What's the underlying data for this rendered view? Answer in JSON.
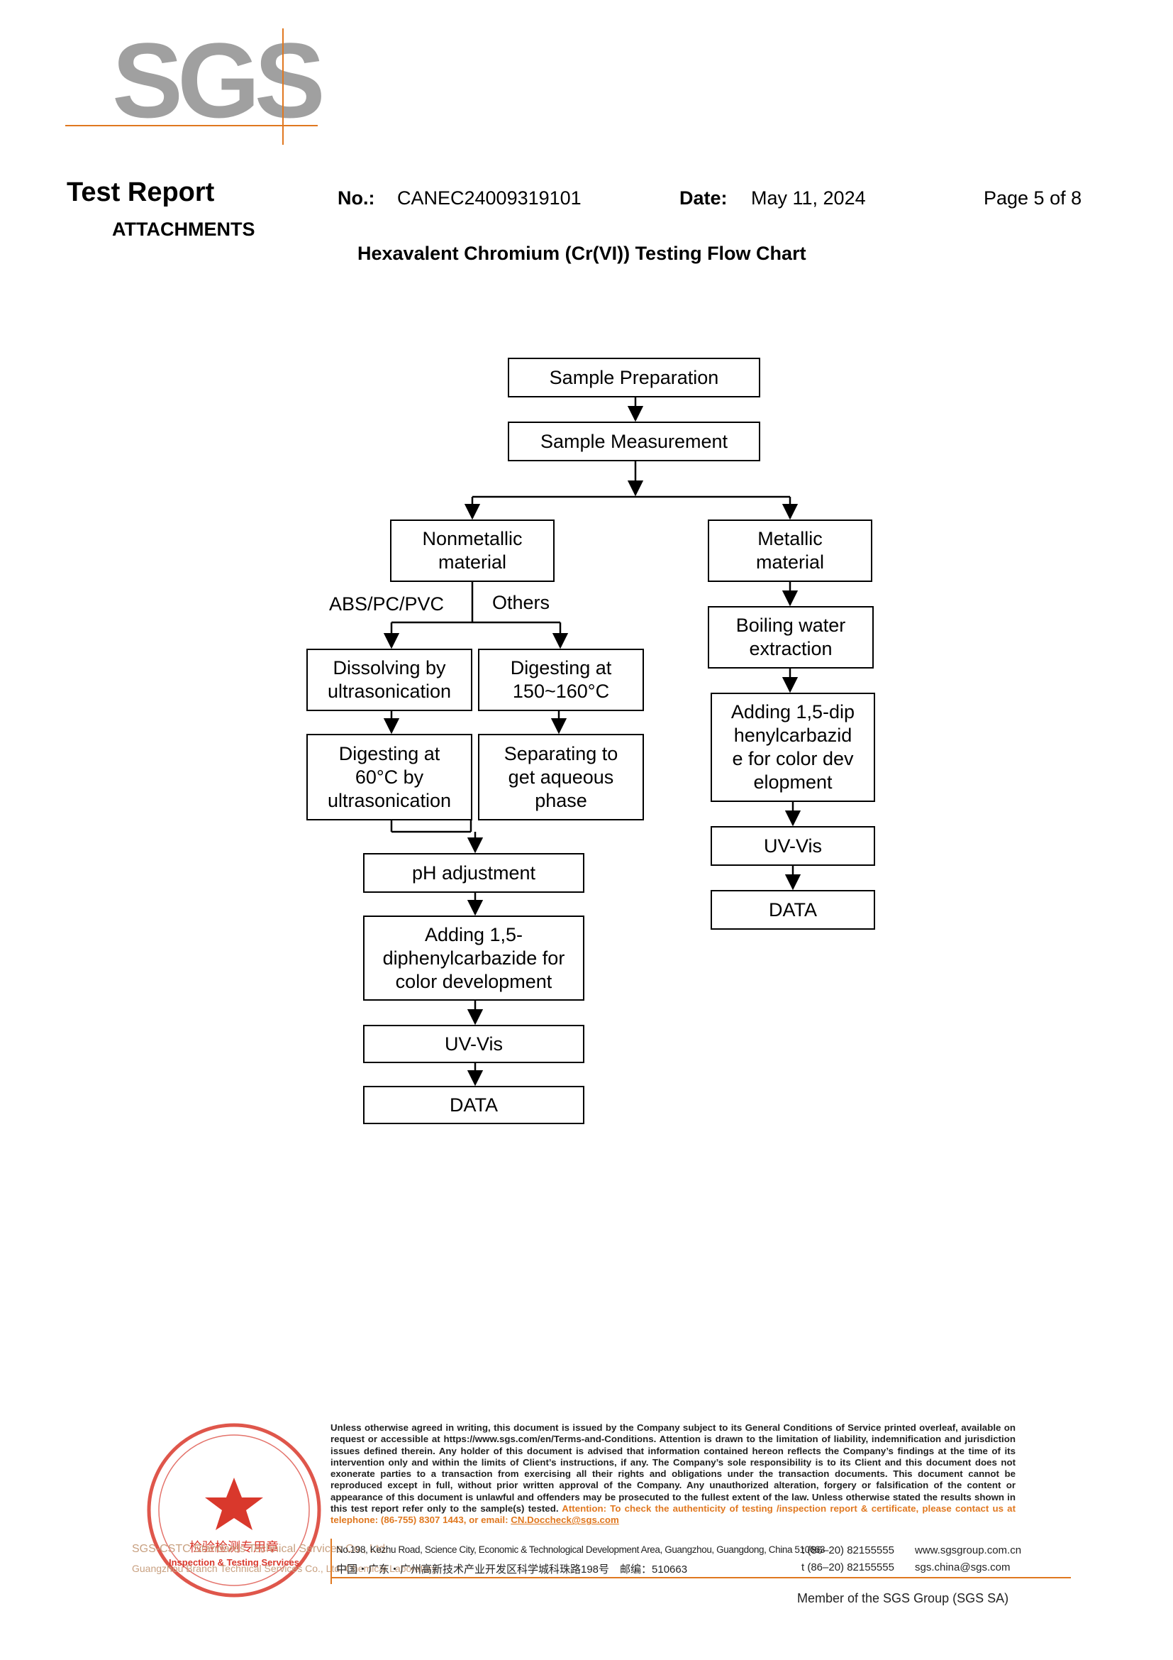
{
  "logo": {
    "text": "SGS",
    "color": "#a0a0a0",
    "accent": "#e07820"
  },
  "header": {
    "title": "Test Report",
    "subtitle": "ATTACHMENTS",
    "no_label": "No.:",
    "no_value": "CANEC24009319101",
    "date_label": "Date:",
    "date_value": "May 11, 2024",
    "page": "Page 5 of 8"
  },
  "chart_title": "Hexavalent Chromium (Cr(VI)) Testing Flow Chart",
  "flow": {
    "sample_prep": "Sample Preparation",
    "sample_meas": "Sample Measurement",
    "nonmetallic": "Nonmetallic material",
    "metallic": "Metallic material",
    "abs_label": "ABS/PC/PVC",
    "others_label": "Others",
    "dissolving": "Dissolving by ultrasonication",
    "digest150": "Digesting at 150~160°C",
    "digest60": "Digesting at 60°C by ultrasonication",
    "separating": "Separating to get aqueous phase",
    "ph": "pH adjustment",
    "adding_left": "Adding 1,5-diphenylcarbazide for color development",
    "uvvis_left": "UV-Vis",
    "data_left": "DATA",
    "boiling": "Boiling water extraction",
    "adding_right": "Adding 1,5-diphenylcarbazide for color development",
    "uvvis_right": "UV-Vis",
    "data_right": "DATA"
  },
  "seal": {
    "center_cn": "检验检测专用章",
    "center_en": "Inspection & Testing Services",
    "line1": "SGS-CSTC Standards Technical Services Co., Ltd.",
    "line2": "Guangzhou Branch   Technical Services Co., Ltd.   Chemical Laboratory",
    "color": "#d9382c"
  },
  "footer": {
    "disclaimer": "Unless otherwise agreed in writing, this document is issued by the Company subject to its General Conditions of Service printed overleaf, available on request or accessible at https://www.sgs.com/en/Terms-and-Conditions. Attention is drawn to the limitation of liability, indemnification and jurisdiction issues defined therein. Any holder of this document is advised that information contained hereon reflects the Company’s findings at the time of its intervention only and within the limits of Client’s instructions, if any. The Company’s sole responsibility is to its Client and this document does not exonerate parties to a transaction from exercising all their rights and obligations under the transaction documents. This document cannot be reproduced except in full, without prior written approval of the Company. Any unauthorized alteration, forgery or falsification of the content or appearance of this document is unlawful and offenders may be prosecuted to the fullest extent of the law. Unless otherwise stated the results shown in this test report refer only to the sample(s) tested.",
    "attention": "Attention: To check the authenticity of testing /inspection report & certificate, please contact us at telephone: (86-755) 8307 1443, or email: ",
    "email": "CN.Doccheck@sgs.com",
    "address_en": "No.198, Kezhu Road, Science City, Economic & Technological Development Area, Guangzhou, Guangdong, China 510663",
    "address_cn": "中国・广东・广州高新技术产业开发区科学城科珠路198号　邮编：510663",
    "tel1": "t (86–20) 82155555",
    "tel2": "t (86–20) 82155555",
    "web": "www.sgsgroup.com.cn",
    "mail": "sgs.china@sgs.com",
    "member": "Member of the SGS Group (SGS SA)"
  }
}
